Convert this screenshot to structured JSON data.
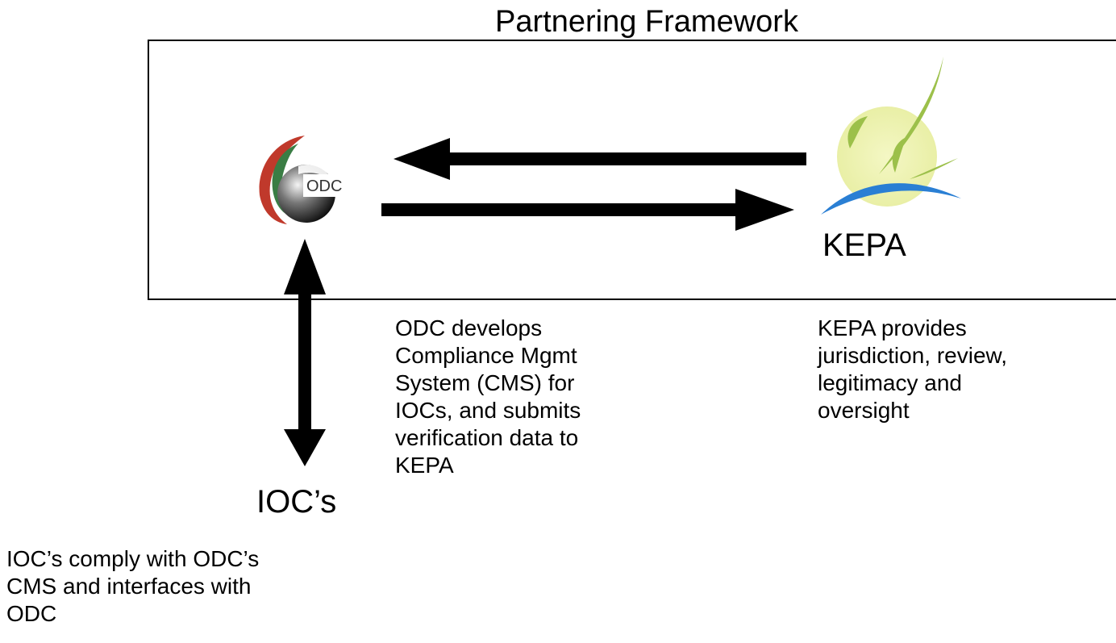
{
  "diagram": {
    "title": "Partnering Framework",
    "nodes": {
      "odc": {
        "logo_text": "ODC",
        "logo_icon": "odc-logo-icon"
      },
      "kepa": {
        "label": "KEPA",
        "logo_icon": "kepa-logo-icon"
      },
      "iocs": {
        "label": "IOC’s"
      }
    },
    "descriptions": {
      "odc": [
        "ODC develops",
        "Compliance Mgmt",
        "System (CMS) for",
        "IOCs, and submits",
        "verification data to",
        "KEPA"
      ],
      "kepa": [
        "KEPA provides",
        "jurisdiction, review,",
        "legitimacy and",
        "oversight"
      ],
      "iocs": [
        "IOC’s comply with ODC’s",
        "CMS and interfaces with",
        "ODC"
      ]
    },
    "edges": [
      {
        "from": "kepa",
        "to": "odc",
        "direction": "one-way"
      },
      {
        "from": "odc",
        "to": "kepa",
        "direction": "one-way"
      },
      {
        "from": "odc",
        "to": "iocs",
        "direction": "two-way"
      }
    ],
    "colors": {
      "line": "#000000",
      "odc_red": "#c0392b",
      "odc_green": "#3a7d44",
      "kepa_green": "#9cc04a",
      "kepa_blue": "#2a7fd4",
      "kepa_sun": "#eef2b0"
    }
  }
}
